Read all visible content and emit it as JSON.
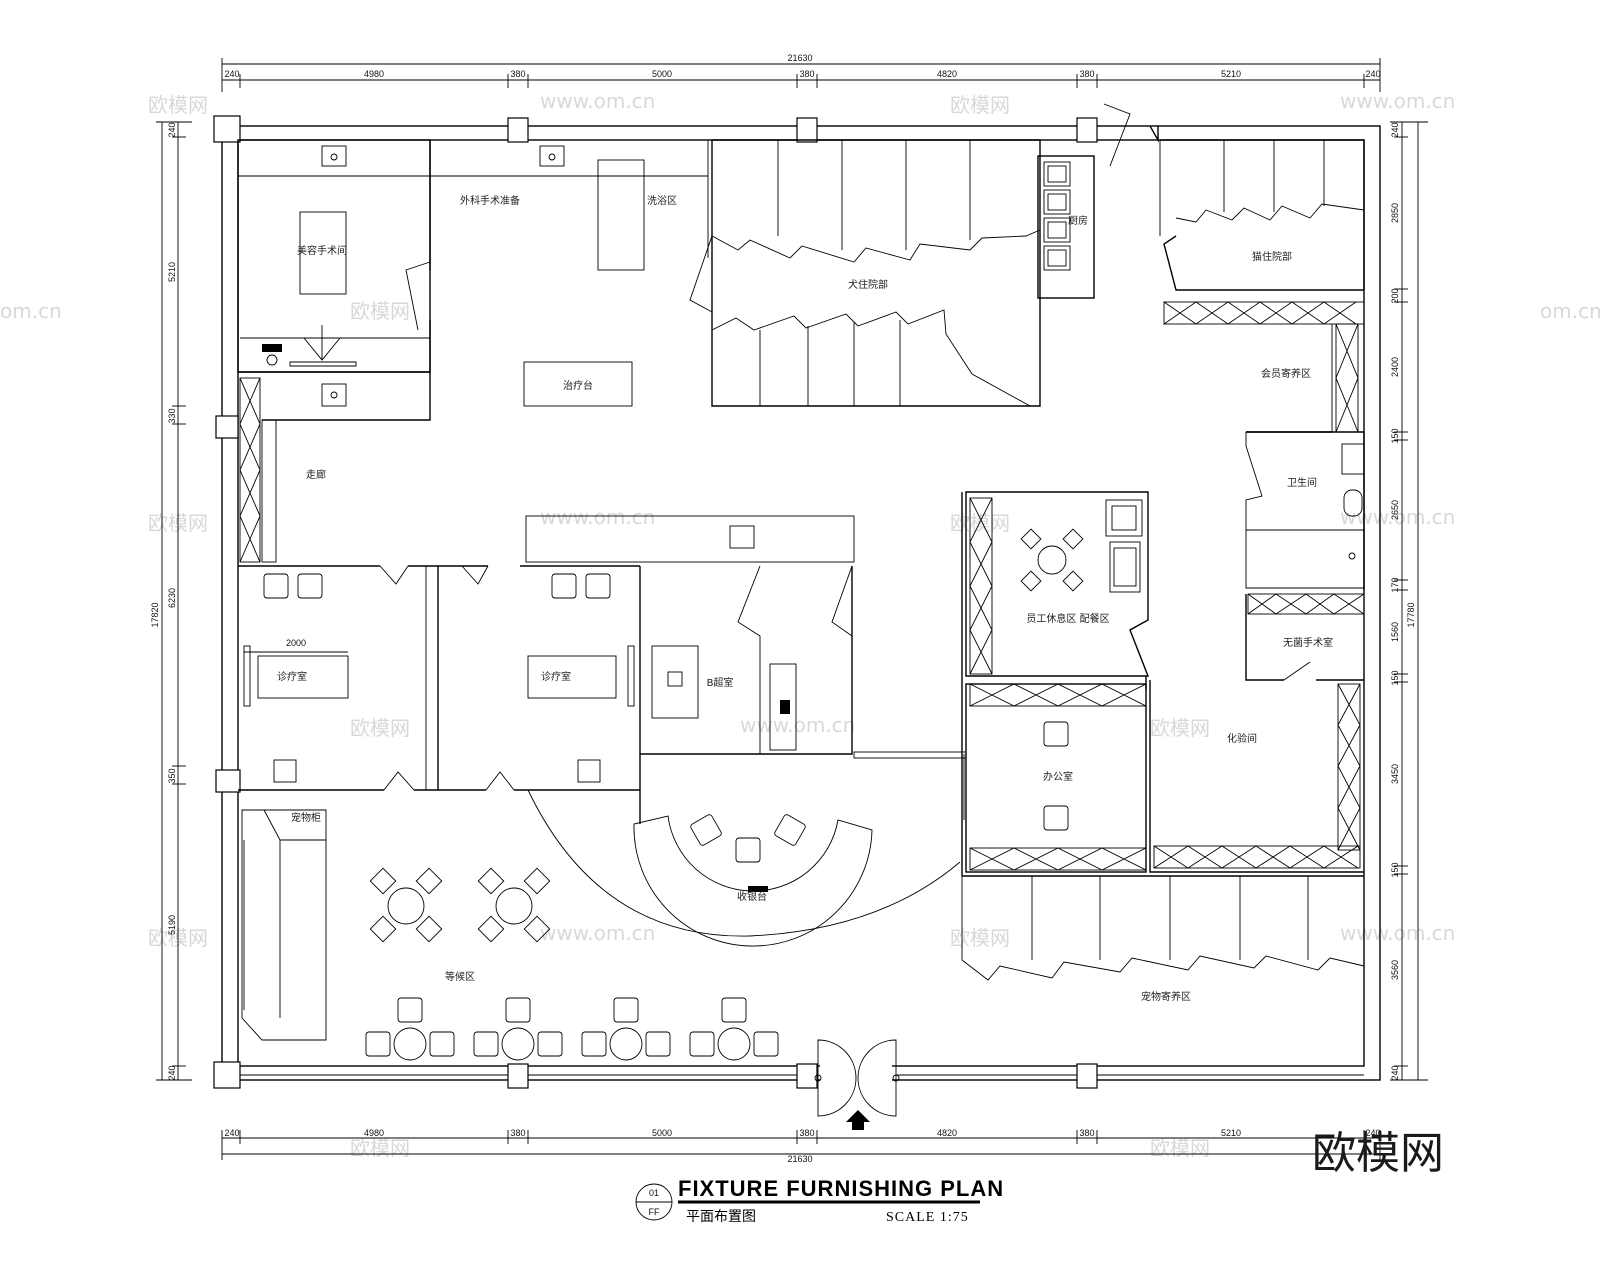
{
  "title": {
    "number": "01",
    "code": "FF",
    "heading": "FIXTURE FURNISHING PLAN",
    "subheading": "平面布置图",
    "scale": "SCALE 1:75"
  },
  "dimensions": {
    "top_total": "21630",
    "top_segments": [
      "240",
      "4980",
      "380",
      "5000",
      "380",
      "4820",
      "380",
      "5210",
      "240"
    ],
    "bottom_total": "21630",
    "bottom_segments": [
      "240",
      "4980",
      "380",
      "5000",
      "380",
      "4820",
      "380",
      "5210",
      "240"
    ],
    "left_total": "17820",
    "left_segments": [
      "240",
      "5210",
      "330",
      "6230",
      "350",
      "5190",
      "240"
    ],
    "right_total": "17780",
    "right_segments": [
      "240",
      "2850",
      "200",
      "2400",
      "150",
      "2650",
      "170",
      "1560",
      "150",
      "3450",
      "150",
      "3560",
      "240"
    ],
    "table_length": "2000"
  },
  "rooms": {
    "r1": "美容手术间",
    "r2": "外科手术准备",
    "r3": "洗浴区",
    "r4": "犬住院部",
    "r5": "厨房",
    "r6": "猫住院部",
    "r7": "治疗台",
    "r8": "会员寄养区",
    "r9": "走廊",
    "r10": "卫生间",
    "r11": "员工休息区 配餐区",
    "r12": "无菌手术室",
    "r13": "诊疗室",
    "r14": "诊疗室",
    "r15": "B超室",
    "r16": "办公室",
    "r17": "收银台",
    "r18": "等候区",
    "r19": "化验间",
    "r20": "宠物寄养区"
  },
  "watermark": {
    "logo": "欧模网",
    "site": "www.om.cn",
    "short": "om.cn"
  }
}
